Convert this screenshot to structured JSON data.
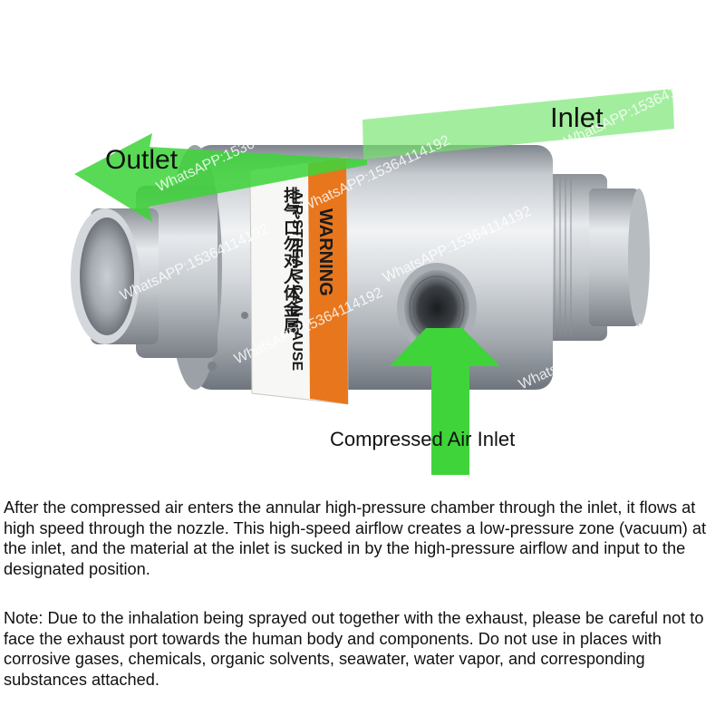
{
  "labels": {
    "outlet": "Outlet",
    "inlet": "Inlet",
    "compressed_air_inlet": "Compressed Air Inlet"
  },
  "product_label": {
    "warning_heading": "WARNING",
    "english_text": "AIR STREAM CAN CAUSE",
    "chinese_text": "排气口勿对人体金属"
  },
  "watermark_text": "WhatsAPP:15364114192",
  "description": {
    "paragraph_1": "After the compressed air enters the annular high-pressure chamber through the inlet, it flows at high speed through the nozzle. This high-speed airflow creates a low-pressure zone (vacuum) at the inlet, and the material at the inlet is sucked in by the high-pressure airflow and input to the designated position.",
    "paragraph_2": "Note: Due to the inhalation being sprayed out together with the exhaust, please be careful not to face the exhaust port towards the human body and components. Do not use in places with corrosive gases, chemicals, organic solvents, seawater, water vapor, and corresponding substances attached."
  },
  "colors": {
    "arrow_green": "#3ed43a",
    "arrow_green_light": "#72e56a",
    "warning_orange": "#e8761c",
    "aluminum_light": "#e6e9ec",
    "aluminum_dark": "#8e949b",
    "text": "#111111"
  }
}
